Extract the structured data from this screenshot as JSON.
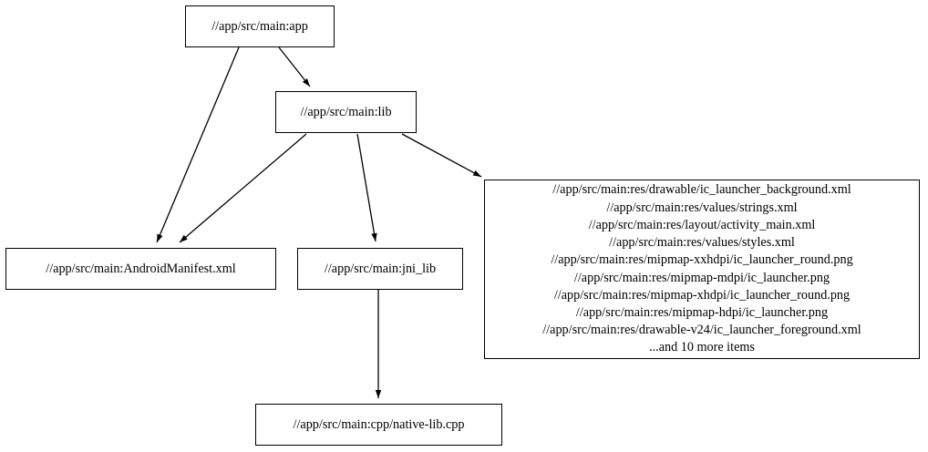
{
  "diagram": {
    "type": "directed-graph",
    "title": "",
    "background_color": "#ffffff",
    "node_fill": "#ffffff",
    "node_stroke": "#000000",
    "edge_color": "#000000",
    "text_color": "#000000"
  },
  "nodes": {
    "app": {
      "id": "app",
      "label": "//app/src/main:app"
    },
    "lib": {
      "id": "lib",
      "label": "//app/src/main:lib"
    },
    "manifest": {
      "id": "manifest",
      "label": "//app/src/main:AndroidManifest.xml"
    },
    "jni_lib": {
      "id": "jni_lib",
      "label": "//app/src/main:jni_lib"
    },
    "native_lib": {
      "id": "native_lib",
      "label": "//app/src/main:cpp/native-lib.cpp"
    },
    "resources": {
      "id": "resources",
      "lines": [
        "//app/src/main:res/drawable/ic_launcher_background.xml",
        "//app/src/main:res/values/strings.xml",
        "//app/src/main:res/layout/activity_main.xml",
        "//app/src/main:res/values/styles.xml",
        "//app/src/main:res/mipmap-xxhdpi/ic_launcher_round.png",
        "//app/src/main:res/mipmap-mdpi/ic_launcher.png",
        "//app/src/main:res/mipmap-xhdpi/ic_launcher_round.png",
        "//app/src/main:res/mipmap-hdpi/ic_launcher.png",
        "//app/src/main:res/drawable-v24/ic_launcher_foreground.xml",
        "...and 10 more items"
      ],
      "label": "//app/src/main:res/drawable/ic_launcher_background.xml\n//app/src/main:res/values/strings.xml\n//app/src/main:res/layout/activity_main.xml\n//app/src/main:res/values/styles.xml\n//app/src/main:res/mipmap-xxhdpi/ic_launcher_round.png\n//app/src/main:res/mipmap-mdpi/ic_launcher.png\n//app/src/main:res/mipmap-xhdpi/ic_launcher_round.png\n//app/src/main:res/mipmap-hdpi/ic_launcher.png\n//app/src/main:res/drawable-v24/ic_launcher_foreground.xml\n...and 10 more items",
      "overflow_note": "...and 10 more items",
      "overflow_count": 10
    }
  },
  "edges": [
    {
      "id": "app-to-lib",
      "from": "app",
      "to": "lib"
    },
    {
      "id": "app-to-manifest",
      "from": "app",
      "to": "manifest"
    },
    {
      "id": "lib-to-manifest",
      "from": "lib",
      "to": "manifest"
    },
    {
      "id": "lib-to-jni_lib",
      "from": "lib",
      "to": "jni_lib"
    },
    {
      "id": "lib-to-resources",
      "from": "lib",
      "to": "resources"
    },
    {
      "id": "jni_lib-to-native_lib",
      "from": "jni_lib",
      "to": "native_lib"
    }
  ]
}
